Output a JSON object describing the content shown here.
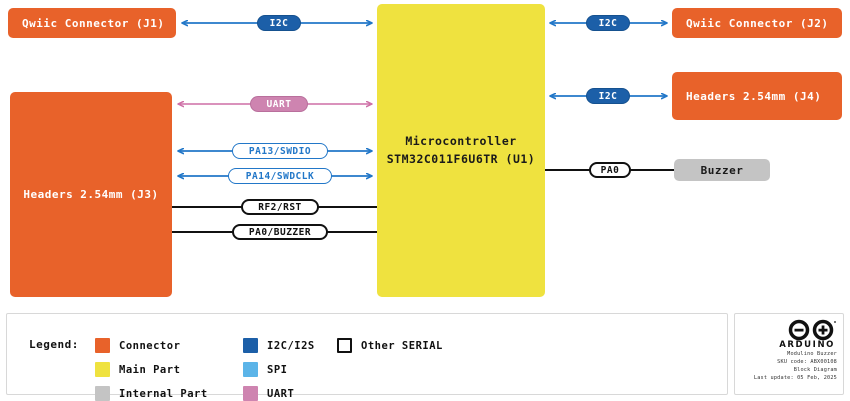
{
  "diagram": {
    "title": "Modulino Buzzer Block Diagram",
    "blocks": [
      {
        "id": "j1",
        "label": "Qwiic Connector (J1)",
        "kind": "connector"
      },
      {
        "id": "j3",
        "label": "Headers 2.54mm (J3)",
        "kind": "connector"
      },
      {
        "id": "u1",
        "label_line1": "Microcontroller",
        "label_line2": "STM32C011F6U6TR (U1)",
        "kind": "main-part"
      },
      {
        "id": "j2",
        "label": "Qwiic Connector (J2)",
        "kind": "connector"
      },
      {
        "id": "j4",
        "label": "Headers 2.54mm (J4)",
        "kind": "connector"
      },
      {
        "id": "buzzer",
        "label": "Buzzer",
        "kind": "internal-part"
      }
    ],
    "connections": [
      {
        "id": "c1",
        "label": "I2C",
        "bus": "i2c",
        "from": "j1",
        "to": "u1",
        "arrows": "both"
      },
      {
        "id": "c2",
        "label": "I2C",
        "bus": "i2c",
        "from": "u1",
        "to": "j2",
        "arrows": "both"
      },
      {
        "id": "c3",
        "label": "I2C",
        "bus": "i2c",
        "from": "u1",
        "to": "j4",
        "arrows": "both"
      },
      {
        "id": "c4",
        "label": "UART",
        "bus": "uart",
        "from": "j3",
        "to": "u1",
        "arrows": "both"
      },
      {
        "id": "c5",
        "label": "PA13/SWDIO",
        "bus": "spi",
        "from": "j3",
        "to": "u1",
        "arrows": "both"
      },
      {
        "id": "c6",
        "label": "PA14/SWDCLK",
        "bus": "spi",
        "from": "j3",
        "to": "u1",
        "arrows": "both"
      },
      {
        "id": "c7",
        "label": "RF2/RST",
        "bus": "other-serial",
        "from": "j3",
        "to": "u1",
        "arrows": "none"
      },
      {
        "id": "c8",
        "label": "PA0/BUZZER",
        "bus": "other-serial",
        "from": "j3",
        "to": "u1",
        "arrows": "none"
      },
      {
        "id": "c9",
        "label": "PA0",
        "bus": "other-serial",
        "from": "u1",
        "to": "buzzer",
        "arrows": "none"
      }
    ]
  },
  "legend": {
    "title": "Legend:",
    "items": [
      {
        "label": "Connector",
        "color": "#E8622A",
        "style": "solid"
      },
      {
        "label": "Main Part",
        "color": "#EFE23F",
        "style": "solid"
      },
      {
        "label": "Internal Part",
        "color": "#C4C4C4",
        "style": "solid"
      },
      {
        "label": "I2C/I2S",
        "color": "#1C5FA8",
        "style": "solid"
      },
      {
        "label": "SPI",
        "color": "#5BB4E8",
        "style": "solid"
      },
      {
        "label": "UART",
        "color": "#CE84B0",
        "style": "solid"
      },
      {
        "label": "Other SERIAL",
        "color": "#FFFFFF",
        "style": "hollow"
      }
    ]
  },
  "info": {
    "brand": "ARDUINO",
    "product": "Modulino Buzzer",
    "sku": "SKU code: ABX00108",
    "doc_type": "Block Diagram",
    "updated": "Last update: 05 Feb, 2025"
  }
}
